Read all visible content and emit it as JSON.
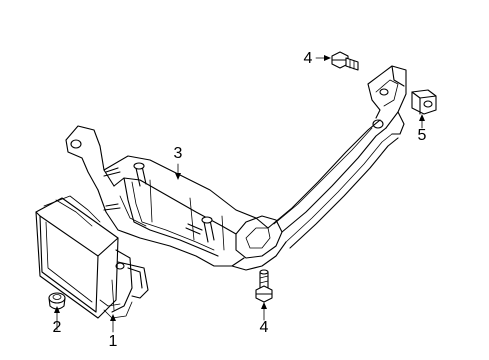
{
  "callouts": [
    {
      "id": "1",
      "label": "1"
    },
    {
      "id": "2",
      "label": "2"
    },
    {
      "id": "3",
      "label": "3"
    },
    {
      "id": "4a",
      "label": "4"
    },
    {
      "id": "4b",
      "label": "4"
    },
    {
      "id": "5",
      "label": "5"
    }
  ],
  "parts": [
    {
      "callout": "1",
      "icon": "radar-sensor-module-icon"
    },
    {
      "callout": "2",
      "icon": "rubber-grommet-icon"
    },
    {
      "callout": "3",
      "icon": "sensor-mounting-bracket-icon"
    },
    {
      "callout": "4",
      "icon": "flange-bolt-icon"
    },
    {
      "callout": "5",
      "icon": "clip-nut-icon"
    }
  ]
}
